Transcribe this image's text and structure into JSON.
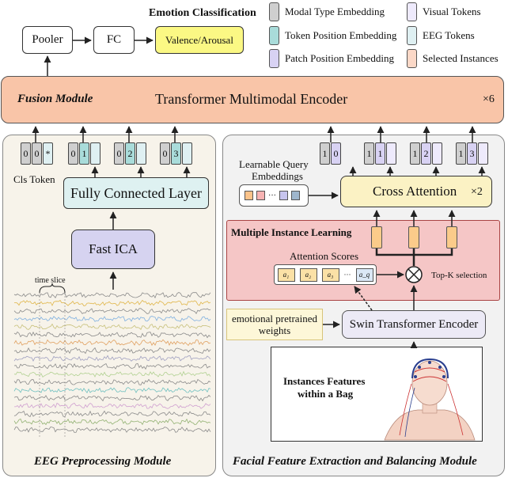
{
  "header": {
    "emotion_title": "Emotion Classification"
  },
  "top_blocks": {
    "pooler": "Pooler",
    "fc": "FC",
    "output": "Valence/Arousal"
  },
  "legend": [
    {
      "label": "Modal Type Embedding",
      "color": "#cfcfcf"
    },
    {
      "label": "Visual Tokens",
      "color": "#eeeafc"
    },
    {
      "label": "Token Position Embedding",
      "color": "#a9dcda"
    },
    {
      "label": "EEG Tokens",
      "color": "#dff0f2"
    },
    {
      "label": "Patch Position Embedding",
      "color": "#d8d2f3"
    },
    {
      "label": "Selected Instances",
      "color": "#fbd8c7"
    }
  ],
  "fusion": {
    "module_label": "Fusion Module",
    "encoder_label": "Transformer Multimodal Encoder",
    "repeat": "×6"
  },
  "eeg": {
    "tokens": [
      [
        "0",
        "0",
        "*"
      ],
      [
        "0",
        "1",
        ""
      ],
      [
        "0",
        "2",
        ""
      ],
      [
        "0",
        "3",
        ""
      ]
    ],
    "cls_label": "Cls Token",
    "fc_layer": "Fully Connected Layer",
    "ica": "Fast ICA",
    "time_slice": "time slice",
    "module_title": "EEG Preprocessing Module"
  },
  "face": {
    "tokens": [
      [
        "1",
        "0"
      ],
      [
        "1",
        "1"
      ],
      [
        "1",
        "2"
      ],
      [
        "1",
        "3"
      ]
    ],
    "query_label_1": "Learnable Query",
    "query_label_2": "Embeddings",
    "query_dots": "···",
    "cross_attention": "Cross Attention",
    "cross_repeat": "×2",
    "mil_title": "Multiple Instance Learning",
    "attention_scores": "Attention Scores",
    "scores": [
      "a₁",
      "a₂",
      "a₃",
      "···",
      "a_q"
    ],
    "topk_label": "Top-K selection",
    "pretrained_1": "emotional pretrained",
    "pretrained_2": "weights",
    "swin": "Swin Transformer Encoder",
    "bag_1": "Instances Features",
    "bag_2": "within a Bag",
    "module_title": "Facial Feature Extraction and Balancing Module"
  }
}
